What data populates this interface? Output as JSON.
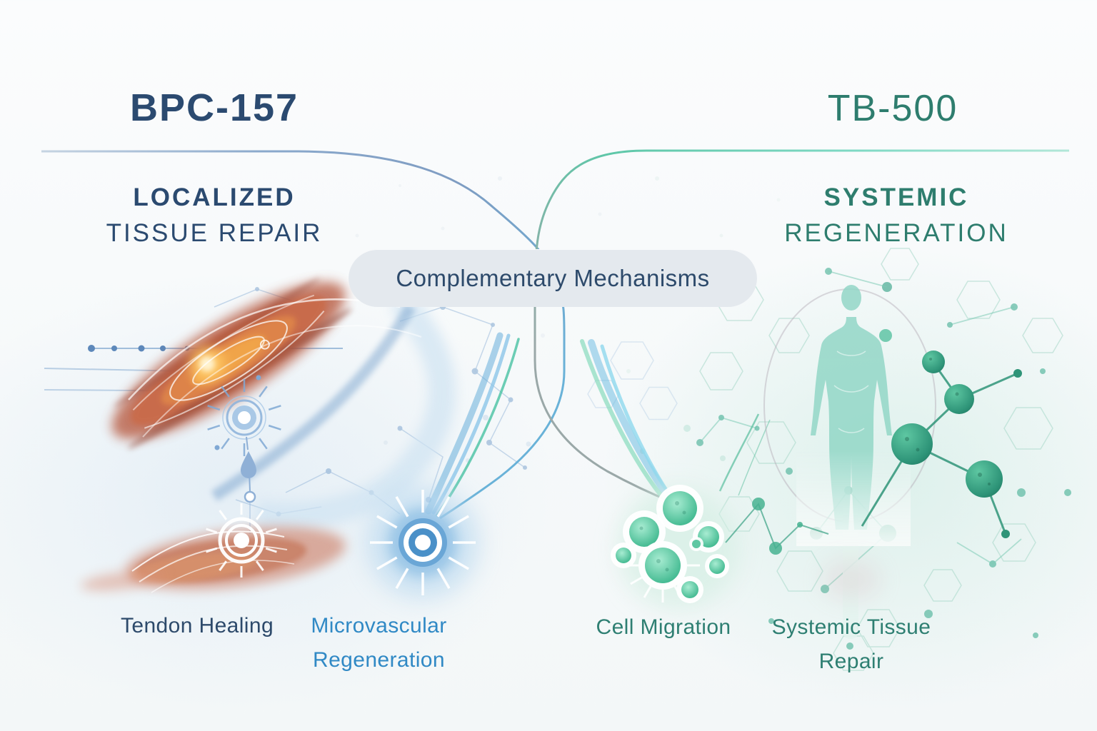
{
  "infographic": {
    "left_column": {
      "title": "BPC-157",
      "subtitle_line1": "LOCALIZED",
      "subtitle_line2": "TISSUE REPAIR",
      "mechanism_labels": {
        "tendon": "Tendon Healing",
        "microvascular_line1": "Microvascular",
        "microvascular_line2": "Regeneration"
      }
    },
    "right_column": {
      "title": "TB-500",
      "subtitle_line1": "SYSTEMIC",
      "subtitle_line2": "REGENERATION",
      "mechanism_labels": {
        "cell_migration": "Cell Migration",
        "systemic_line1": "Systemic Tissue",
        "systemic_line2": "Repair"
      }
    },
    "center": {
      "pill_label": "Complementary Mechanisms"
    },
    "icons": {
      "left": [
        "tendon-muscle-illustration",
        "node-hub-icon",
        "droplet-icon",
        "muscle-fiber-wave",
        "target-rings-icon",
        "microvascular-starburst-icon"
      ],
      "right": [
        "human-body-silhouette",
        "molecule-network",
        "green-sphere-molecule",
        "cell-cluster-icon"
      ]
    },
    "colors": {
      "navy_text": "#2b4a70",
      "teal_text": "#2e7d6e",
      "blue_label": "#3089c5",
      "teal_label": "#2e7f72",
      "left_rule_blue": "#8aa9cc",
      "right_rule_teal": "#7fd9c4",
      "pill_background": "#e4e9ee",
      "page_background": "#f8fafb",
      "muscle_red": "#c96a4a",
      "glow_orange": "#ffc966",
      "sphere_green": "#2e9478",
      "cell_green": "#49bd95",
      "network_blue": "#7fa6cf"
    }
  }
}
